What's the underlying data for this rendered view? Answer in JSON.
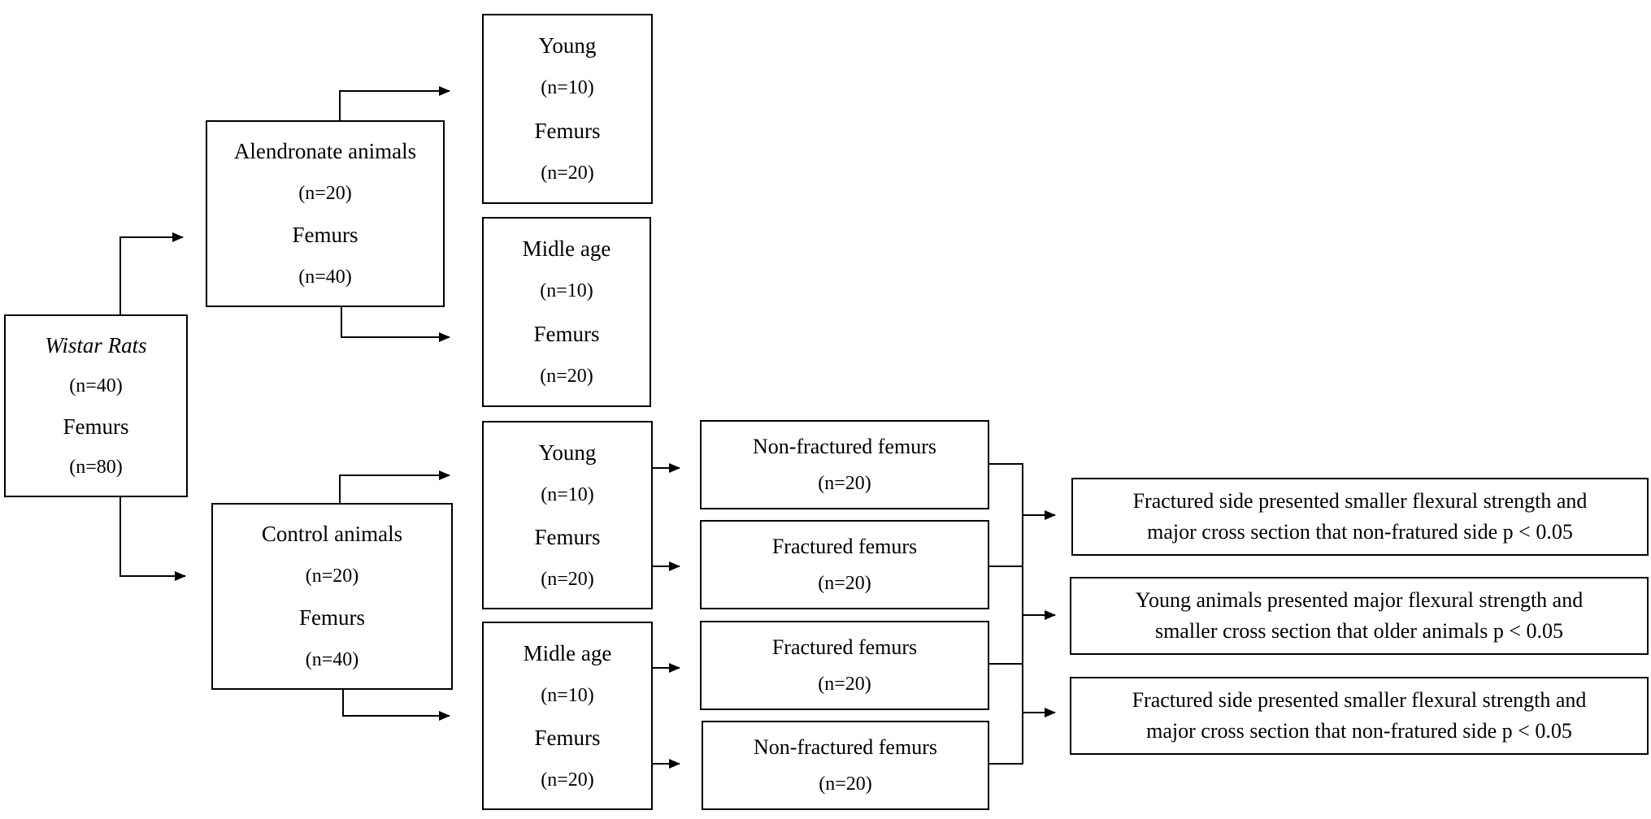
{
  "root": {
    "title": "Wistar Rats",
    "n_animals": "(n=40)",
    "femurs_label": "Femurs",
    "n_femurs": "(n=80)"
  },
  "alendronate": {
    "title": "Alendronate animals",
    "n_animals": "(n=20)",
    "femurs_label": "Femurs",
    "n_femurs": "(n=40)",
    "young": {
      "title": "Young",
      "n_animals": "(n=10)",
      "femurs_label": "Femurs",
      "n_femurs": "(n=20)"
    },
    "middle": {
      "title": "Midle age",
      "n_animals": "(n=10)",
      "femurs_label": "Femurs",
      "n_femurs": "(n=20)"
    }
  },
  "control": {
    "title": "Control animals",
    "n_animals": "(n=20)",
    "femurs_label": "Femurs",
    "n_femurs": "(n=40)",
    "young": {
      "title": "Young",
      "n_animals": "(n=10)",
      "femurs_label": "Femurs",
      "n_femurs": "(n=20)",
      "non_fractured": {
        "title": "Non-fractured femurs",
        "n": "(n=20)"
      },
      "fractured": {
        "title": "Fractured femurs",
        "n": "(n=20)"
      }
    },
    "middle": {
      "title": "Midle age",
      "n_animals": "(n=10)",
      "femurs_label": "Femurs",
      "n_femurs": "(n=20)",
      "fractured": {
        "title": "Fractured femurs",
        "n": "(n=20)"
      },
      "non_fractured": {
        "title": "Non-fractured femurs",
        "n": "(n=20)"
      }
    }
  },
  "results": [
    {
      "line1": "Fractured side presented smaller flexural strength and",
      "line2": "major cross section that non-fratured side p < 0.05"
    },
    {
      "line1": "Young animals presented major flexural strength and",
      "line2": "smaller cross section that older animals p < 0.05"
    },
    {
      "line1": "Fractured side presented smaller flexural strength and",
      "line2": "major cross section that non-fratured side p < 0.05"
    }
  ]
}
